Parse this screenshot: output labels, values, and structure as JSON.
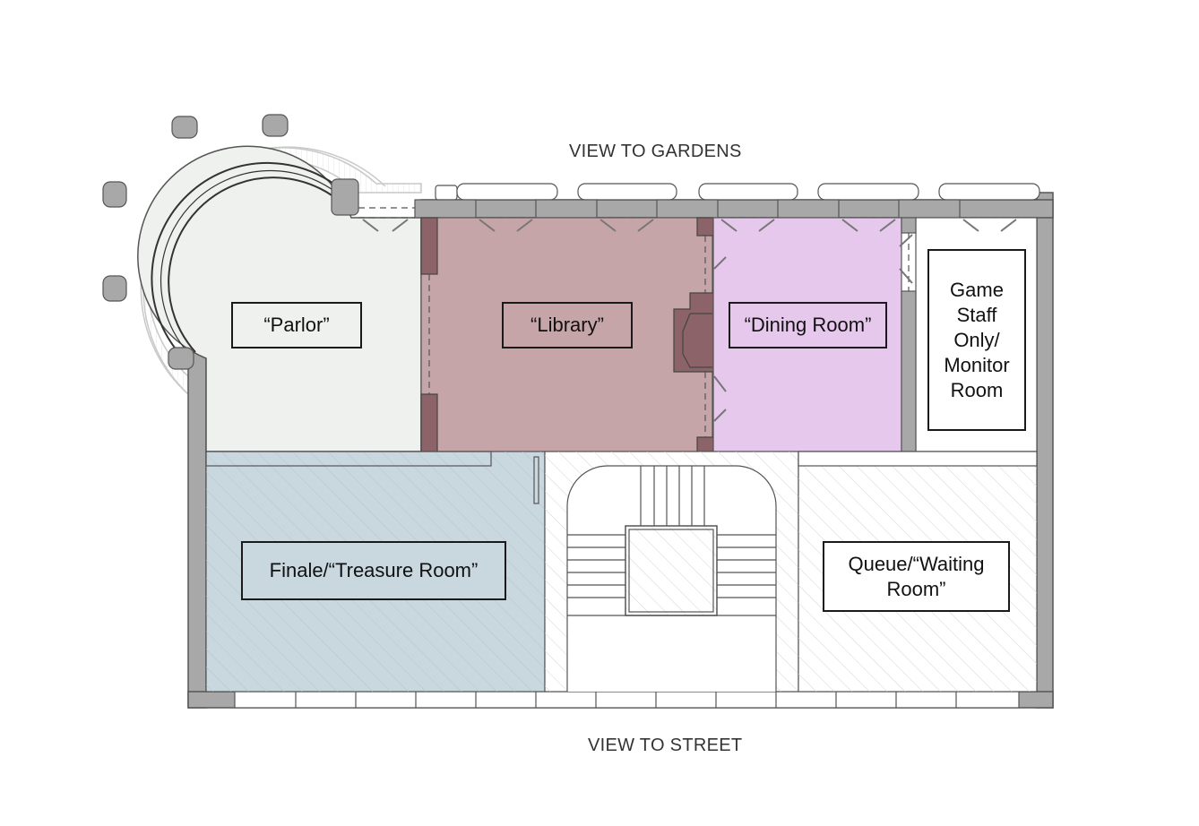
{
  "labels": {
    "top": "VIEW TO GARDENS",
    "bottom": "VIEW TO STREET"
  },
  "rooms": {
    "parlor": "“Parlor”",
    "library": "“Library”",
    "dining": "“Dining Room”",
    "staff": "Game Staff Only/ Monitor Room",
    "finale": "Finale/“Treasure Room”",
    "queue": "Queue/“Waiting Room”"
  },
  "colors": {
    "parlor": "#eff1ee",
    "library": "#c6a5a9",
    "dining": "#e6c8ec",
    "finale": "#c9d7df",
    "wall": "#a8a8a8",
    "library_trim": "#8c6368"
  }
}
